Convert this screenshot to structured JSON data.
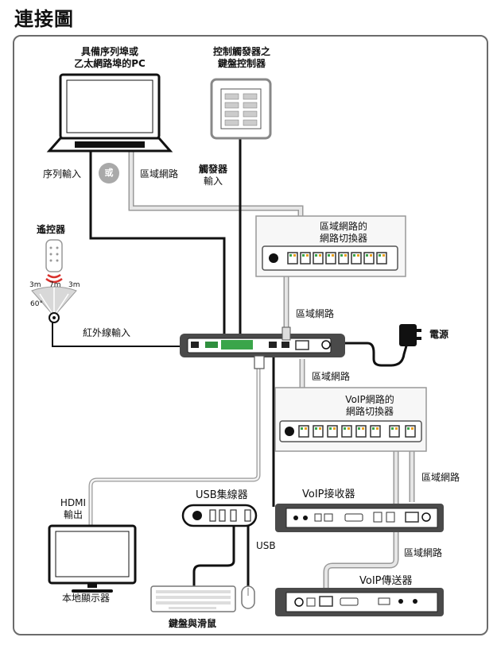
{
  "page": {
    "title": "連接圖"
  },
  "labels": {
    "pc": [
      "具備序列埠或",
      "乙太網路埠的PC"
    ],
    "keypad": [
      "控制觸發器之",
      "鍵盤控制器"
    ],
    "serial_in": "序列輸入",
    "or": "或",
    "lan_pc": "區域網路",
    "trigger_in": [
      "觸發器",
      "輸入"
    ],
    "remote": "遙控器",
    "range_left": "3m",
    "range_center": "7m",
    "range_right": "3m",
    "angle": "60°",
    "ir_in": "紅外線輸入",
    "switch1": [
      "區域網路的",
      "網路切換器"
    ],
    "lan_mid": "區域網路",
    "power": "電源",
    "lan_switch2": "區域網路",
    "switch2": [
      "VoIP網路的",
      "網路切換器"
    ],
    "lan_receiver": "區域網路",
    "usb_hub": "USB集線器",
    "voip_receiver": "VoIP接收器",
    "hdmi_out": [
      "HDMI",
      "輸出"
    ],
    "usb": "USB",
    "lan_sender": "區域網路",
    "voip_sender": "VoIP傳送器",
    "monitor": "本地顯示器",
    "kbm": "鍵盤與滑鼠"
  },
  "colors": {
    "frame": "#6b6b6b",
    "panel": "#f2f2f2",
    "device_dark": "#4a4a4a",
    "cable_gray": "#c8c8c8",
    "cable_black": "#111111",
    "port_green": "#3aa54a",
    "remote_red": "#d9302c"
  }
}
